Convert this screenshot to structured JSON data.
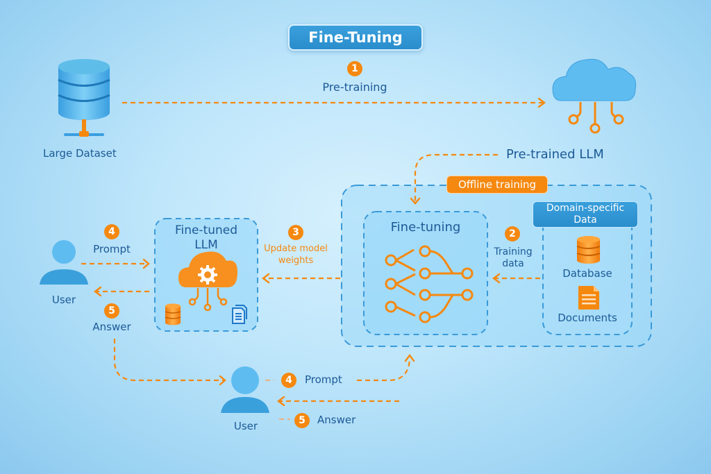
{
  "title": "Fine-Tuning",
  "colors": {
    "accent_orange": "#f5880f",
    "accent_blue": "#2a8dcc",
    "text_blue": "#1c5a96",
    "box_dash": "#3a9ad8"
  },
  "steps": {
    "s1": {
      "num": "1",
      "label": "Pre-training"
    },
    "s2": {
      "num": "2",
      "label_line1": "Training",
      "label_line2": "data"
    },
    "s3": {
      "num": "3",
      "label_line1": "Update model",
      "label_line2": "weights"
    },
    "s4_top": {
      "num": "4",
      "label": "Prompt"
    },
    "s5_top": {
      "num": "5",
      "label": "Answer"
    },
    "s4_bottom": {
      "num": "4",
      "label": "Prompt"
    },
    "s5_bottom": {
      "num": "5",
      "label": "Answer"
    }
  },
  "nodes": {
    "large_dataset": {
      "label": "Large Dataset",
      "icon": "database-server-icon"
    },
    "pretrained_llm": {
      "label": "Pre-trained LLM",
      "icon": "cloud-circuit-icon"
    },
    "offline_training": {
      "label": "Offline training"
    },
    "fine_tuning": {
      "label": "Fine-tuning",
      "icon": "neural-network-icon"
    },
    "domain_data": {
      "label_line1": "Domain-specific",
      "label_line2": "Data",
      "items": [
        {
          "label": "Database",
          "icon": "database-icon"
        },
        {
          "label": "Documents",
          "icon": "document-icon"
        }
      ]
    },
    "fine_tuned_llm": {
      "label_line1": "Fine-tuned",
      "label_line2": "LLM",
      "icon": "cloud-gear-icon"
    },
    "user_top": {
      "label": "User",
      "icon": "user-icon"
    },
    "user_bottom": {
      "label": "User",
      "icon": "user-icon"
    }
  }
}
